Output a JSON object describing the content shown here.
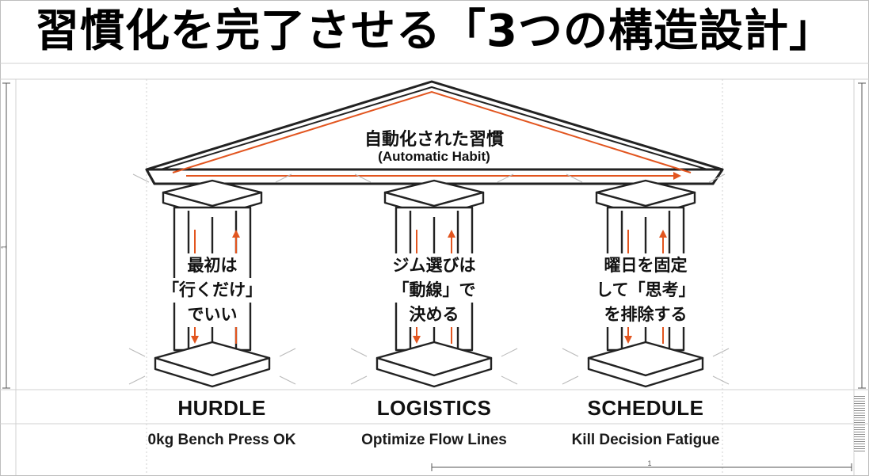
{
  "title": "習慣化を完了させる「3つの構造設計」",
  "roof": {
    "title": "自動化された習慣",
    "subtitle": "(Automatic Habit)"
  },
  "pillars": [
    {
      "name": "HURDLE",
      "description": "0kg Bench Press OK",
      "text_lines": [
        "最初は",
        "「行くだけ」",
        "でいい"
      ]
    },
    {
      "name": "LOGISTICS",
      "description": "Optimize Flow Lines",
      "text_lines": [
        "ジム選びは",
        "「動線」で",
        "決める"
      ]
    },
    {
      "name": "SCHEDULE",
      "description": "Kill Decision Fatigue",
      "text_lines": [
        "曜日を固定",
        "して「思考」",
        "を排除する"
      ]
    }
  ],
  "dimension_labels": {
    "horizontal": "1",
    "vertical": "1"
  },
  "colors": {
    "accent": "#e2551f",
    "line": "#222222",
    "guide": "#c8c8c8"
  }
}
